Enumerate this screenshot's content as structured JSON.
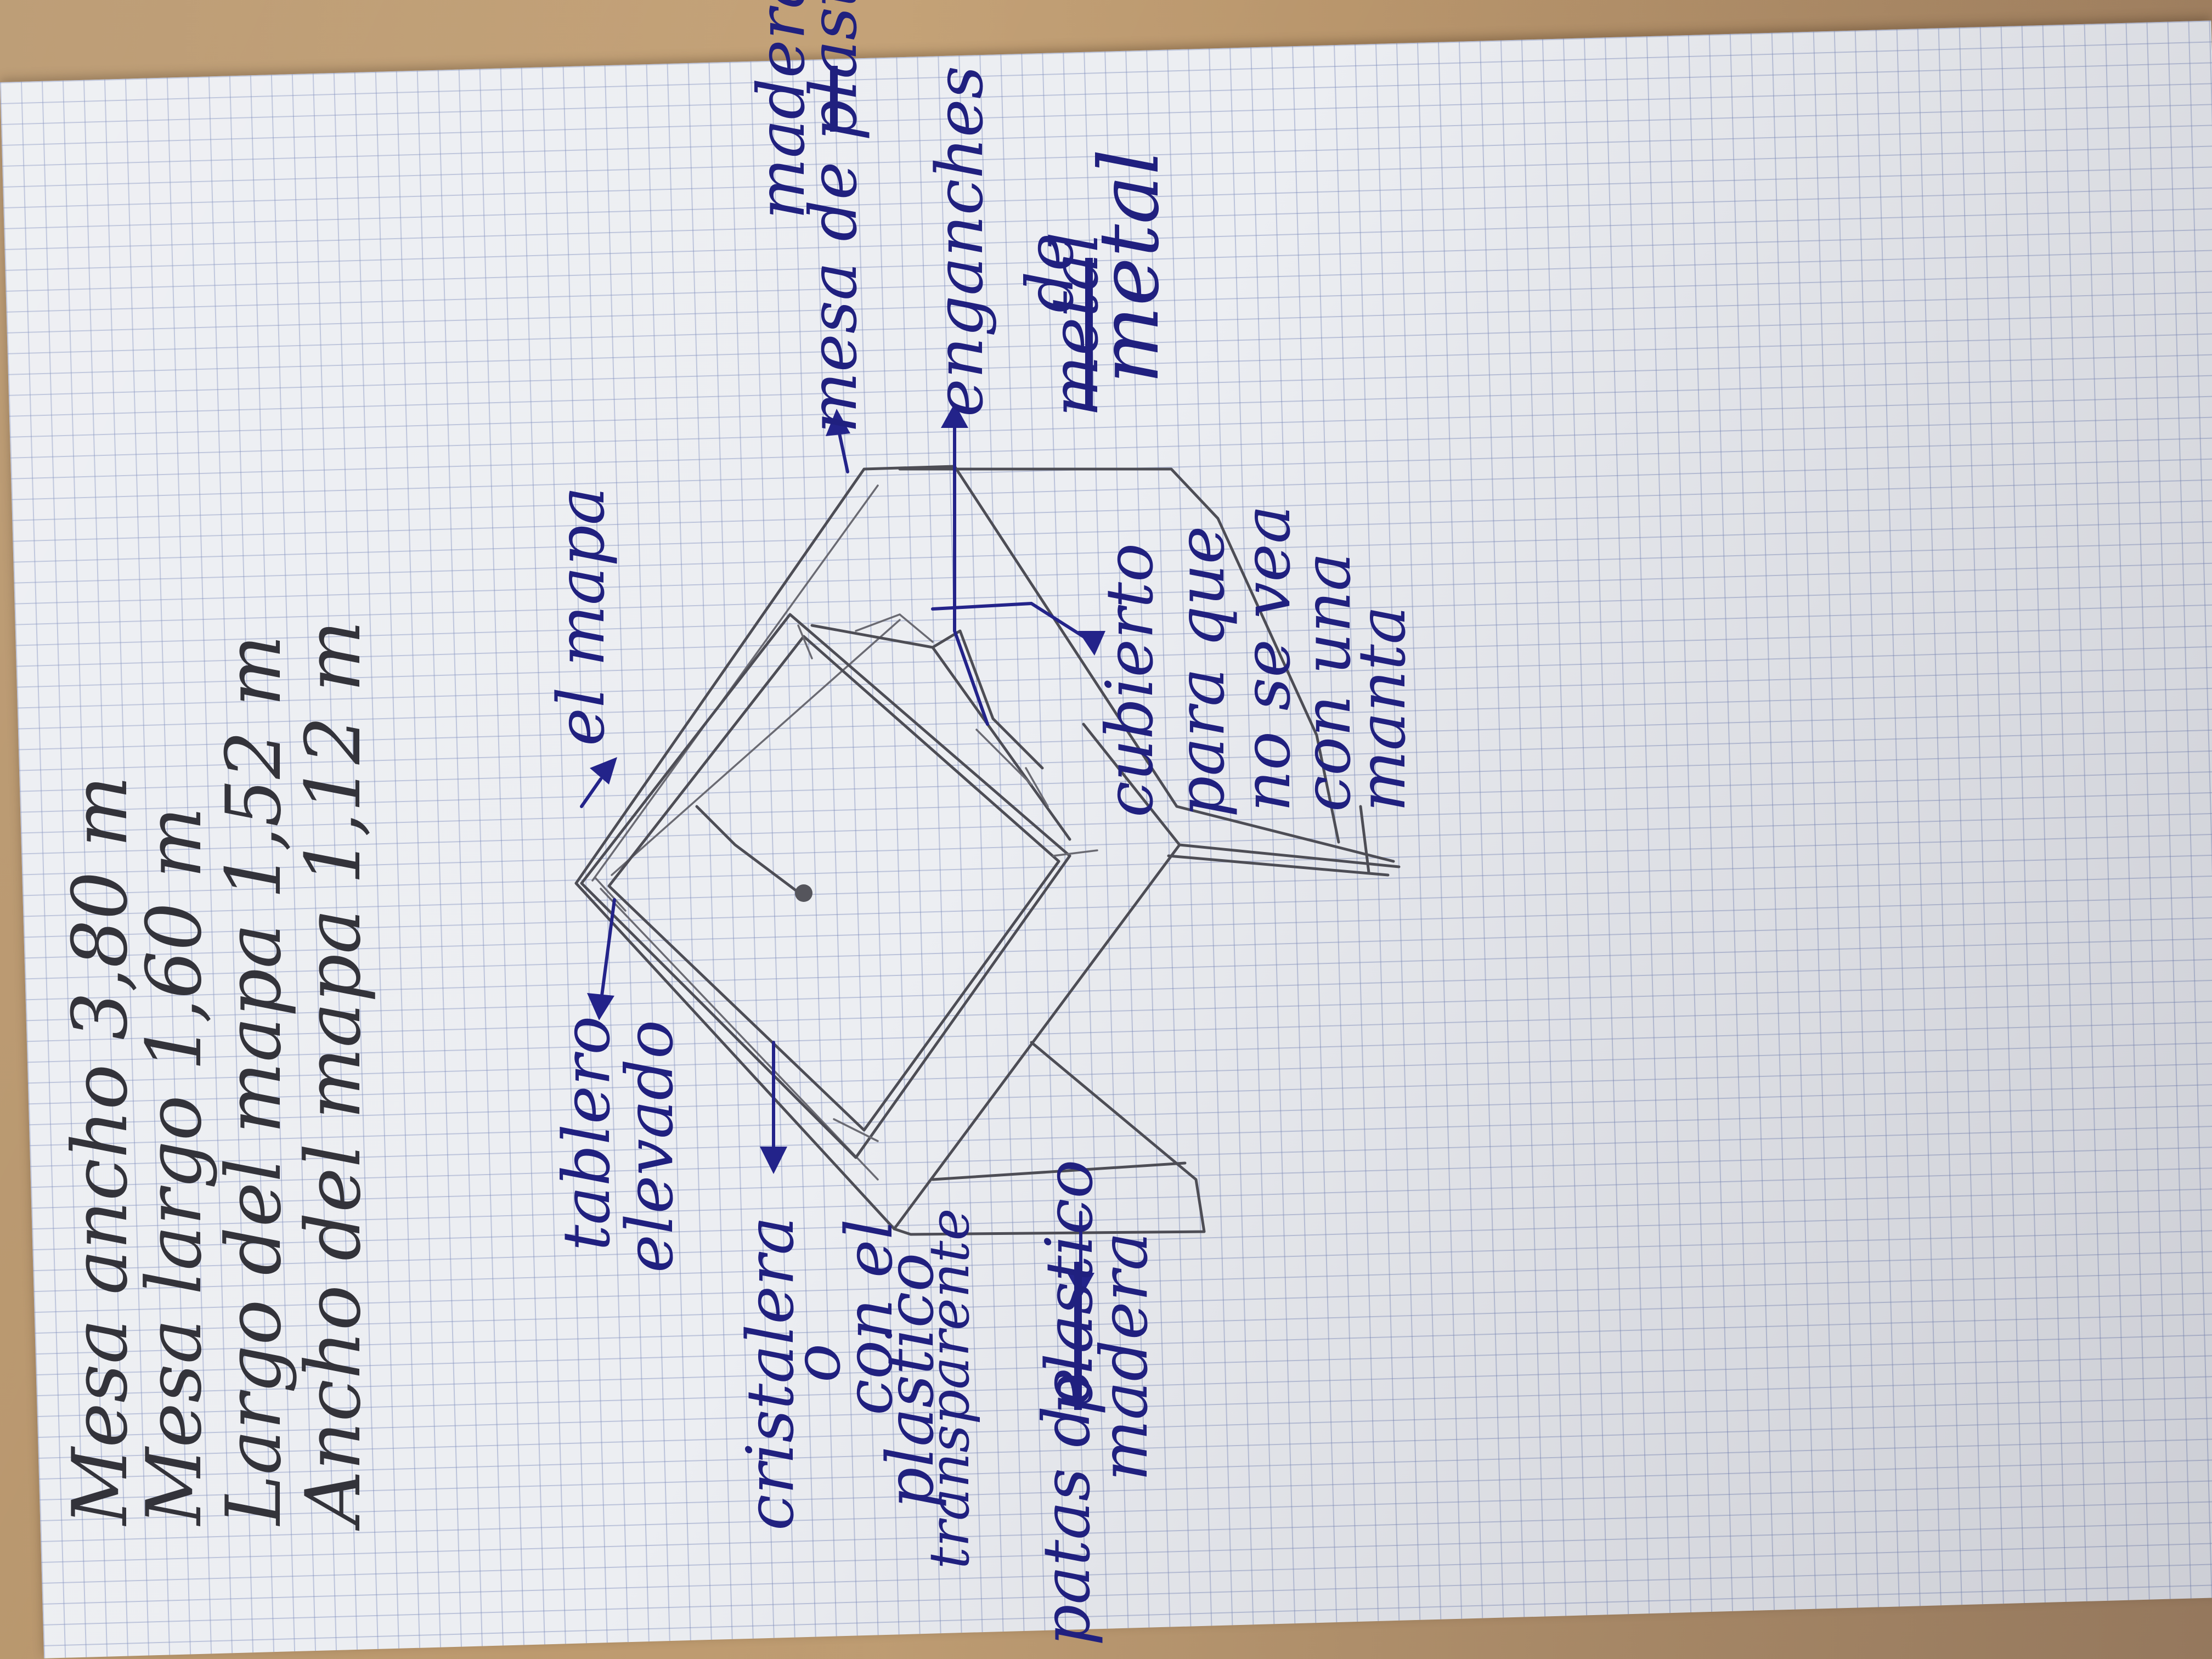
{
  "measurements": [
    "Mesa ancho 3,80 m",
    "Mesa largo 1,60 m",
    "Largo del mapa 1,52 m",
    "Ancho del mapa 1,12 m"
  ],
  "labels": {
    "mapa": "el mapa",
    "mesa_top": "madera",
    "mesa_de": "mesa de plastico",
    "enganches": "enganches",
    "enganches_de": "de",
    "enganches_struck": "metal",
    "enganches_metal": "metal",
    "cubierto": [
      "cubierto",
      "para que",
      "no se vea",
      "con una",
      "manta"
    ],
    "tablero": [
      "tablero",
      "elevado"
    ],
    "cristalera": "cristalera",
    "cristalera_o": "o",
    "con_el": "con el",
    "plastico": "plastico",
    "transparente": "transparente",
    "patas_de": "patas de",
    "patas_struck": "plastico",
    "patas_madera": "madera"
  },
  "colors": {
    "pencil": "#4d4d55",
    "ink": "#23238a",
    "paper": "#eceef2",
    "grid": "#7887b9",
    "table": "#b69368"
  }
}
